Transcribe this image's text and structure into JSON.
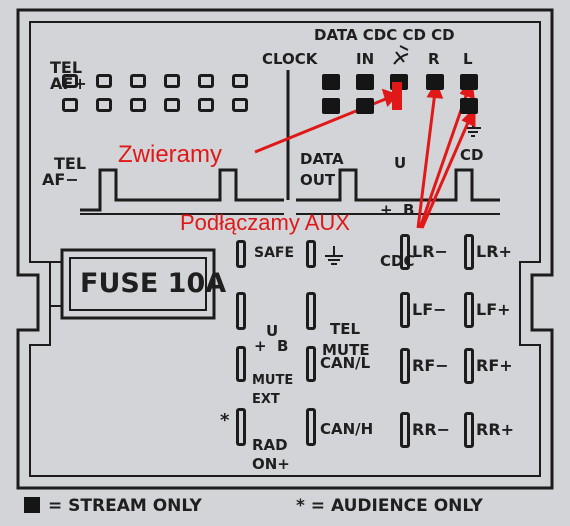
{
  "colors": {
    "annotation": "#e01818",
    "ink": "#1c1c1c",
    "panel": "#d3d4d8"
  },
  "top": {
    "tel_af_plus": [
      "TEL",
      "AF+"
    ],
    "tel_af_minus": [
      "TEL",
      "AF−"
    ],
    "data_cdc_cd_cd": "DATA CDC CD CD",
    "clock": "CLOCK",
    "in": "IN",
    "r": "R",
    "l": "L",
    "data_out": [
      "DATA",
      "OUT"
    ],
    "ub_cdc": [
      "U",
      "+  B",
      "CDC"
    ],
    "cd": "CD"
  },
  "annotations": {
    "zwieramy": "Zwieramy",
    "podlaczamy": "Podłączamy AUX"
  },
  "fuse": "FUSE 10A",
  "pins": {
    "safe": "SAFE",
    "ub": [
      "U",
      "+  B"
    ],
    "mute_ext": [
      "MUTE",
      "EXT"
    ],
    "rad_on": [
      "RAD",
      "ON+"
    ],
    "tel_mute": [
      "TEL",
      "MUTE"
    ],
    "can_l": "CAN/L",
    "can_h": "CAN/H",
    "lr_minus": "LR−",
    "lr_plus": "LR+",
    "lf_minus": "LF−",
    "lf_plus": "LF+",
    "rf_minus": "RF−",
    "rf_plus": "RF+",
    "rr_minus": "RR−",
    "rr_plus": "RR+",
    "star": "*"
  },
  "legend": {
    "stream": "= STREAM ONLY",
    "audience": "* = AUDIENCE ONLY"
  },
  "icons": [
    "ground-icon",
    "satellite-icon",
    "solid-square-icon"
  ]
}
